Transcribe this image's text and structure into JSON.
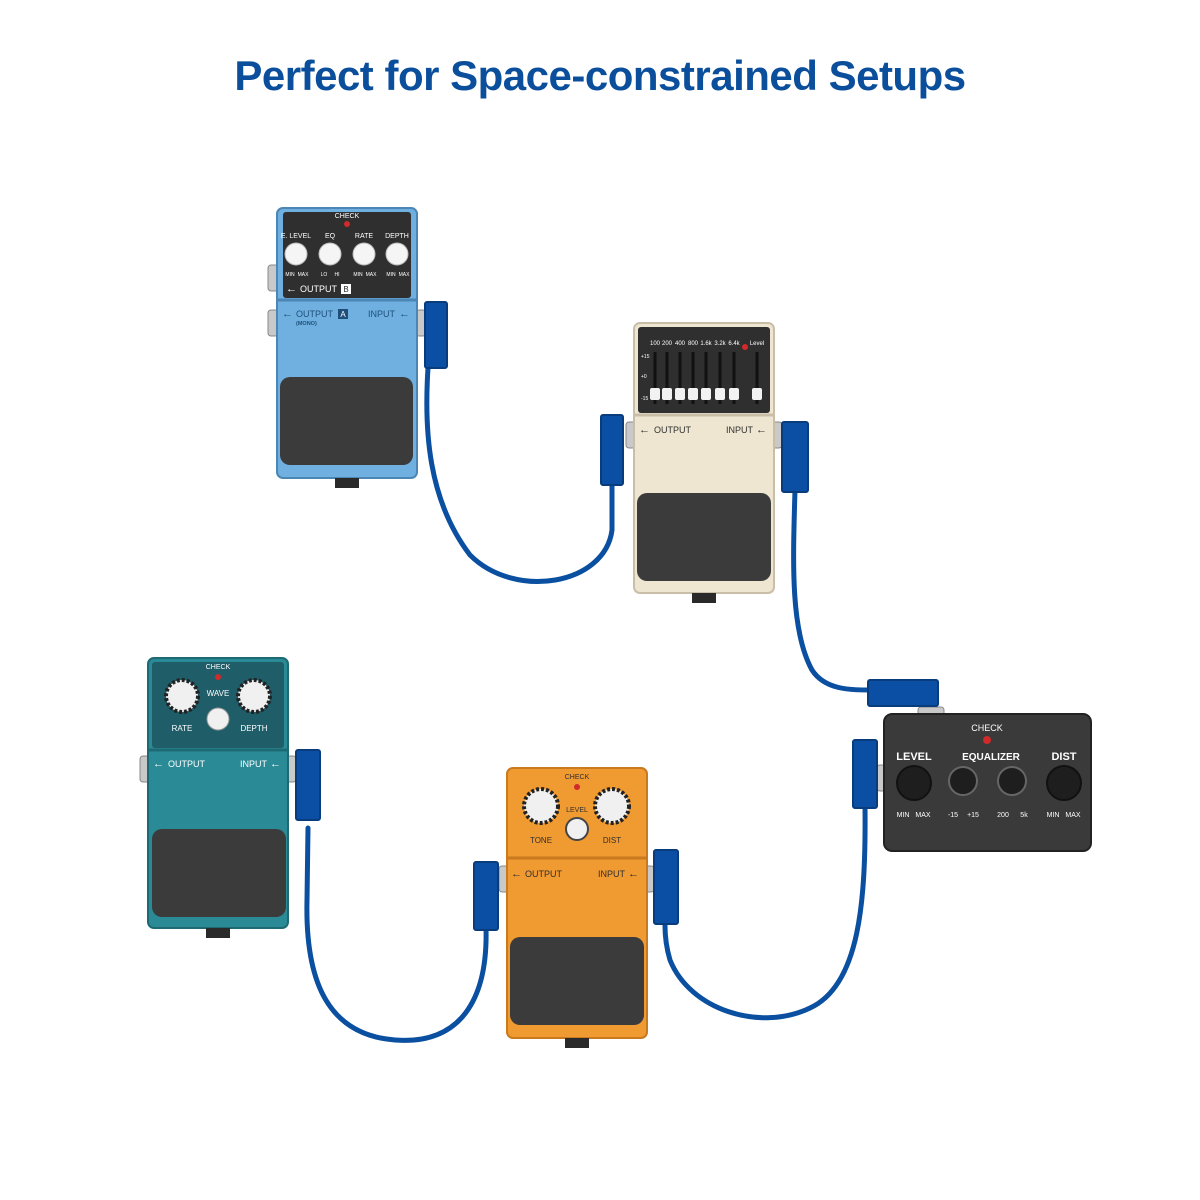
{
  "title": "Perfect for Space-constrained Setups",
  "colors": {
    "title": "#0b4f9c",
    "cable": "#0a4fa0",
    "plug": "#0a4fa3",
    "chorus_pedal": "#6fb0e0",
    "eq_pedal": "#efe6d2",
    "tremolo_pedal": "#2a8a96",
    "distortion_pedal": "#f09a32",
    "dist_box": "#3a3a3a"
  },
  "pedals": {
    "chorus": {
      "check": "CHECK",
      "knobs": [
        "E. LEVEL",
        "EQ",
        "RATE",
        "DEPTH"
      ],
      "knob_ranges": [
        [
          "MIN",
          "MAX"
        ],
        [
          "LO",
          "HI"
        ],
        [
          "MIN",
          "MAX"
        ],
        [
          "MIN",
          "MAX"
        ]
      ],
      "output_b": "OUTPUT",
      "output_b_badge": "B",
      "output_a": "OUTPUT",
      "output_a_badge": "A",
      "output_a_sub": "(MONO)",
      "input": "INPUT"
    },
    "graphic_eq": {
      "bands": [
        "100",
        "200",
        "400",
        "800",
        "1.6k",
        "3.2k",
        "6.4k"
      ],
      "level": "Level",
      "scale_top": "+15",
      "scale_mid": "+0",
      "scale_bottom": "-15",
      "output": "OUTPUT",
      "input": "INPUT"
    },
    "tremolo": {
      "check": "CHECK",
      "wave": "WAVE",
      "rate": "RATE",
      "depth": "DEPTH",
      "output": "OUTPUT",
      "input": "INPUT"
    },
    "distortion": {
      "check": "CHECK",
      "level": "LEVEL",
      "tone": "TONE",
      "dist": "DIST",
      "output": "OUTPUT",
      "input": "INPUT"
    },
    "dist_box": {
      "check": "CHECK",
      "level": "LEVEL",
      "equalizer": "EQUALIZER",
      "dist": "DIST",
      "level_range": [
        "MIN",
        "MAX"
      ],
      "eq_range_1": [
        "-15",
        "+15"
      ],
      "eq_range_2": [
        "200",
        "5k"
      ],
      "dist_range": [
        "MIN",
        "MAX"
      ]
    }
  }
}
